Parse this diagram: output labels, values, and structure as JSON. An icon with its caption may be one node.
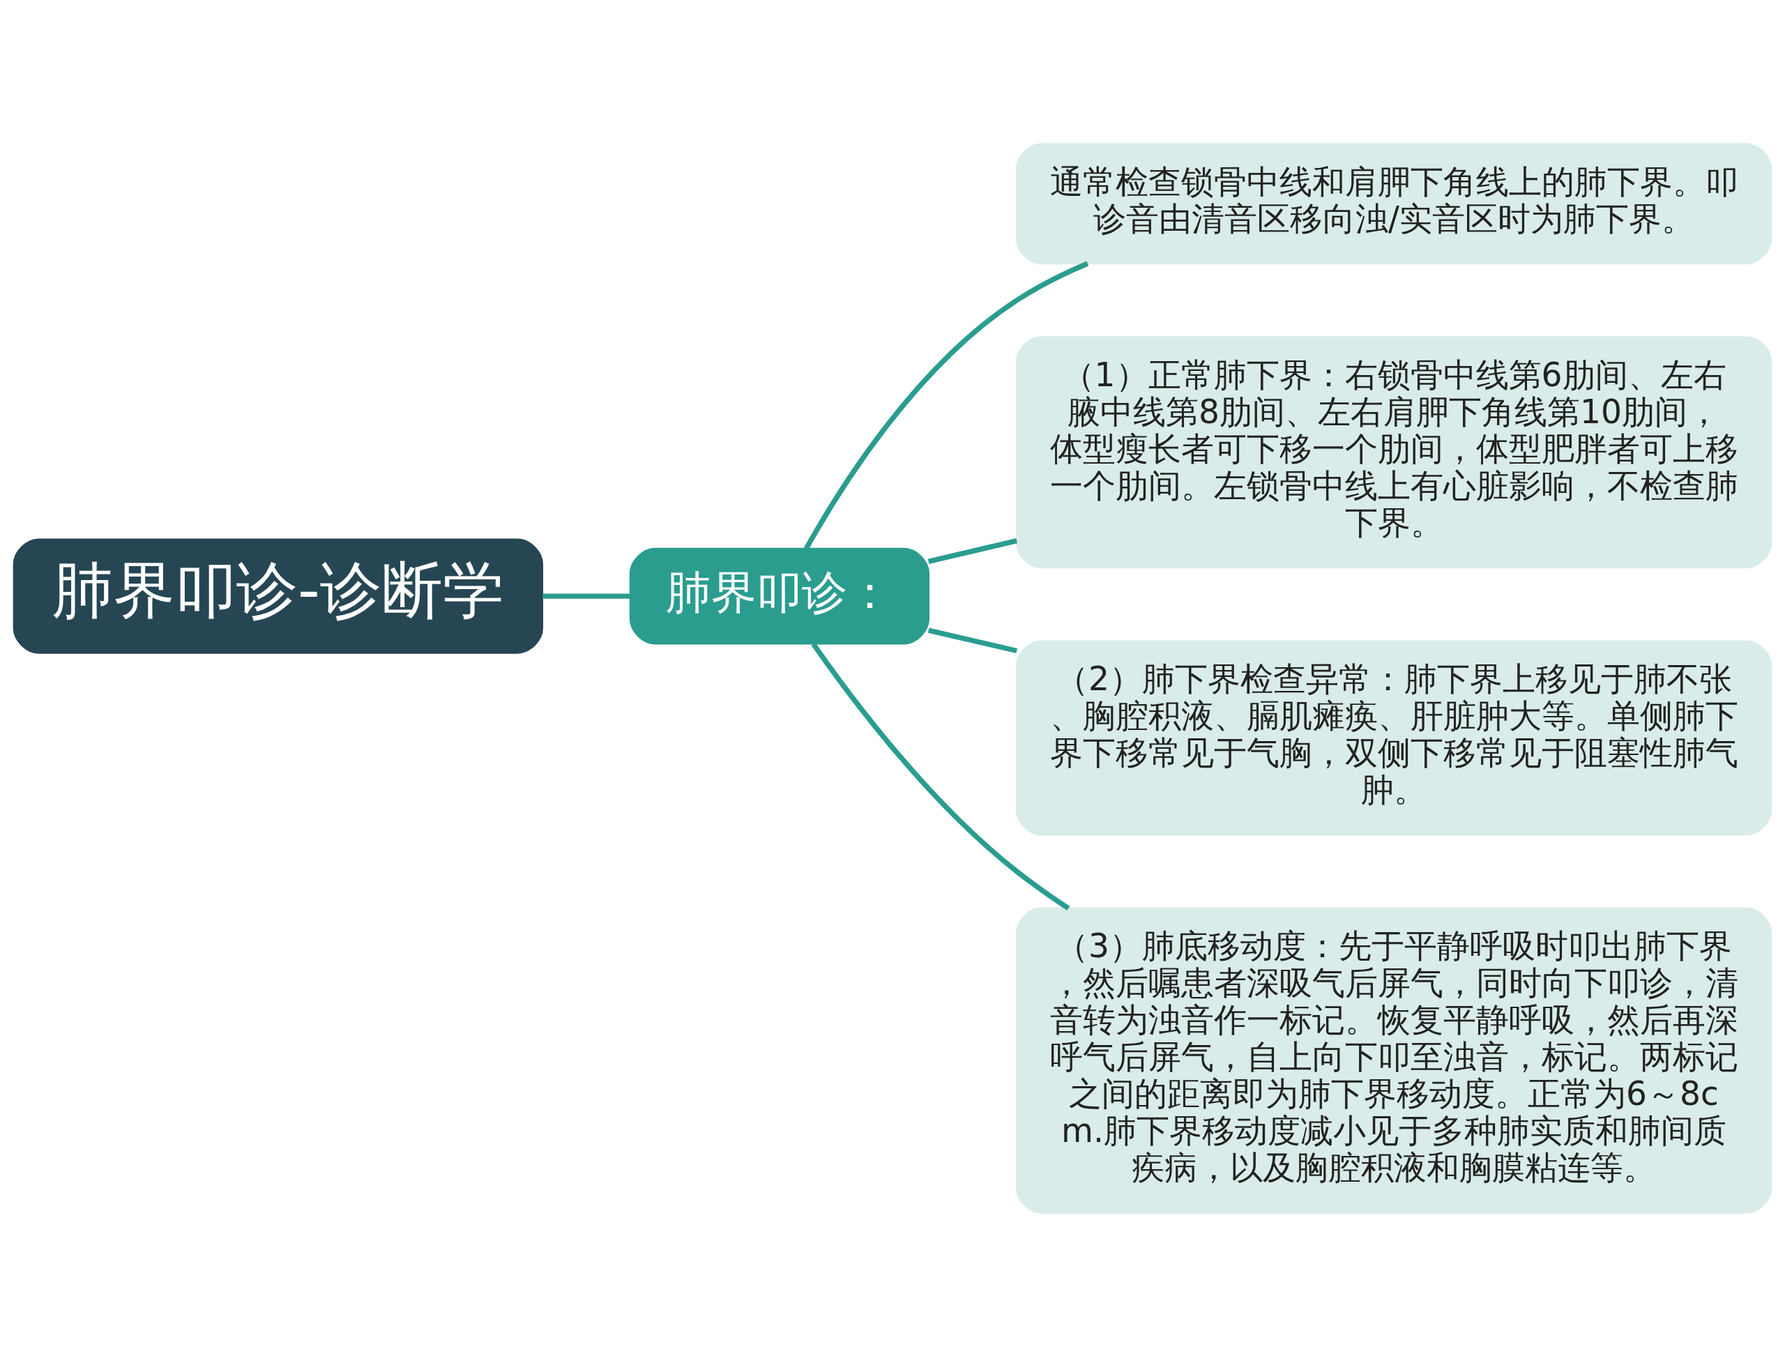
{
  "diagram": {
    "nodes": [
      {
        "text": [
          "肺界叩诊-诊断学"
        ]
      },
      {
        "text": [
          "肺界叩诊："
        ]
      },
      {
        "text": [
          "通常检查锁骨中线和肩胛下角线上的肺下界。叩诊音由清音区移向浊/实音区时为肺下界。"
        ]
      },
      {
        "text": [
          "（1）正常肺下界：右锁骨中线第6肋间、左右腋中线第8肋间、左右肩胛下角线第10肋间，体型瘦长者可下移一个肋间，体型肥胖者可上移一个肋间。左锁骨中线上有心脏影响，不检查肺下界。"
        ]
      },
      {
        "text": [
          "（2）肺下界检查异常：肺下界上移见于肺不张、胸腔积液、膈肌瘫痪、肝脏肿大等。单侧肺下界下移常见于气胸，双侧下移常见于阻塞性肺气肿。"
        ]
      },
      {
        "text": [
          "（3）肺底移动度：先于平静呼吸时叩出肺下界，然后嘱患者深吸气后屏气，同时向下叩诊，清音转为浊音作一标记。恢复平静呼吸，然后再深呼气后屏气，自上向下叩至浊音，标记。两标记之间的距离即为肺下界移动度。正常为6～8cm.肺下界移动度减小见于多种肺实质和肺间质疾病，以及胸腔积液和胸膜粘连等。"
        ]
      }
    ],
    "edges": [
      {
        "from": 0,
        "to": 1,
        "arrow": "none"
      },
      {
        "from": 1,
        "to": 2,
        "arrow": "none"
      },
      {
        "from": 1,
        "to": 3,
        "arrow": "none"
      },
      {
        "from": 1,
        "to": 4,
        "arrow": "none"
      },
      {
        "from": 1,
        "to": 5,
        "arrow": "none"
      }
    ]
  }
}
